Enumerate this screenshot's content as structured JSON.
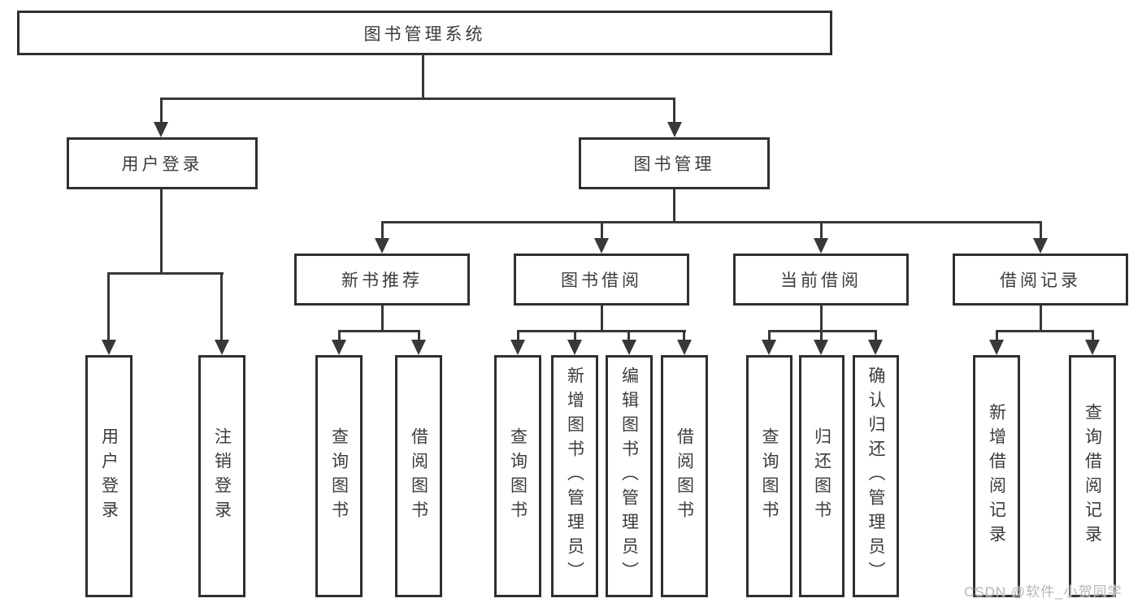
{
  "diagram": {
    "type": "tree",
    "colors": {
      "line": "#383838",
      "box_border": "#2f2f2f",
      "text": "#3c3c3c",
      "watermark": "#b5b5b5",
      "background": "#ffffff"
    },
    "nodes": {
      "root": "图书管理系统",
      "level2": {
        "user_login": "用户登录",
        "book_management": "图书管理"
      },
      "level3": {
        "new_book_recommend": "新书推荐",
        "book_borrow": "图书借阅",
        "current_borrow": "当前借阅",
        "borrow_records": "借阅记录"
      },
      "leaves": {
        "user_login": "用户登录",
        "logout": "注销登录",
        "nb_query_books": "查询图书",
        "nb_borrow_books": "借阅图书",
        "bb_query_books": "查询图书",
        "bb_add_books": "新增图书（管理员）",
        "bb_edit_books": "编辑图书（管理员）",
        "bb_borrow_books": "借阅图书",
        "cb_query_books": "查询图书",
        "cb_return_books": "归还图书",
        "cb_confirm_return": "确认归还（管理员）",
        "br_add_record": "新增借阅记录",
        "br_query_record": "查询借阅记录"
      }
    },
    "watermark": "CSDN @软件_小贺同学"
  }
}
